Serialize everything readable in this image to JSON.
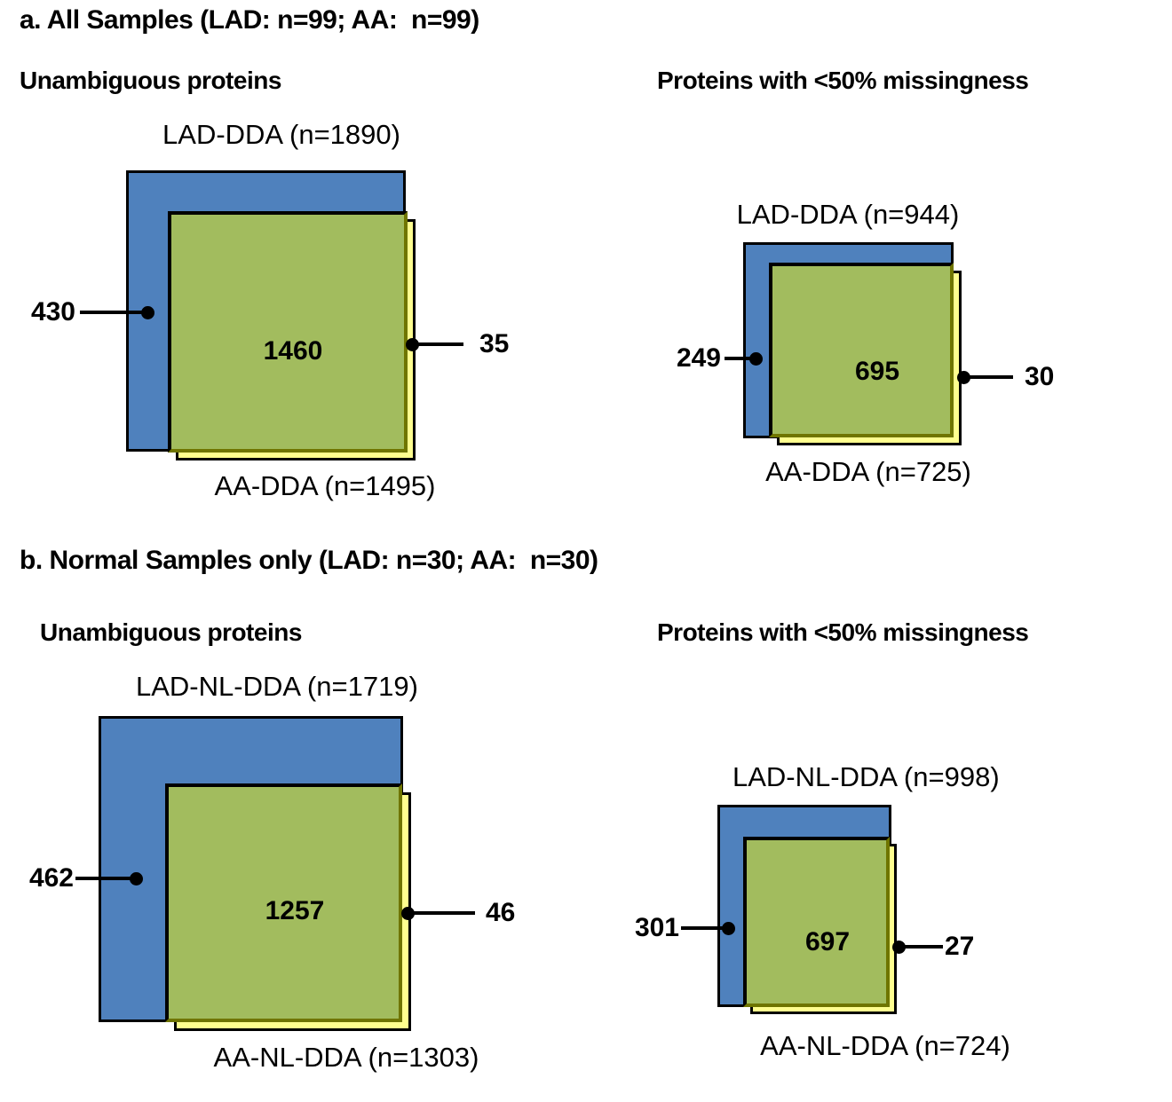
{
  "colors": {
    "blue": "#4F81BD",
    "green": "#A2BC5E",
    "yellow": "#FFFF8F",
    "olive": "#6F7500",
    "line": "#000000"
  },
  "panels": [
    {
      "title": "a. All Samples (LAD: n=99; AA:  n=99)",
      "diagrams": [
        {
          "heading": "Unambiguous proteins",
          "top_label": "LAD-DDA (n=1890)",
          "bottom_label": "AA-DDA (n=1495)",
          "overlap": "1460",
          "left_only": "430",
          "right_only": "35"
        },
        {
          "heading": "Proteins with <50% missingness",
          "top_label": "LAD-DDA (n=944)",
          "bottom_label": "AA-DDA (n=725)",
          "overlap": "695",
          "left_only": "249",
          "right_only": "30"
        }
      ]
    },
    {
      "title": "b. Normal Samples only (LAD: n=30; AA:  n=30)",
      "diagrams": [
        {
          "heading": "Unambiguous proteins",
          "top_label": "LAD-NL-DDA (n=1719)",
          "bottom_label": "AA-NL-DDA (n=1303)",
          "overlap": "1257",
          "left_only": "462",
          "right_only": "46"
        },
        {
          "heading": "Proteins with <50% missingness",
          "top_label": "LAD-NL-DDA (n=998)",
          "bottom_label": "AA-NL-DDA (n=724)",
          "overlap": "697",
          "left_only": "301",
          "right_only": "27"
        }
      ]
    }
  ],
  "chart_data": [
    {
      "type": "venn",
      "panel": "a. All Samples",
      "subset": "Unambiguous proteins",
      "sets": [
        "LAD-DDA",
        "AA-DDA"
      ],
      "set_totals": [
        1890,
        1495
      ],
      "overlap": 1460,
      "left_only": 430,
      "right_only": 35,
      "sample_n": {
        "LAD": 99,
        "AA": 99
      }
    },
    {
      "type": "venn",
      "panel": "a. All Samples",
      "subset": "Proteins with <50% missingness",
      "sets": [
        "LAD-DDA",
        "AA-DDA"
      ],
      "set_totals": [
        944,
        725
      ],
      "overlap": 695,
      "left_only": 249,
      "right_only": 30,
      "sample_n": {
        "LAD": 99,
        "AA": 99
      }
    },
    {
      "type": "venn",
      "panel": "b. Normal Samples only",
      "subset": "Unambiguous proteins",
      "sets": [
        "LAD-NL-DDA",
        "AA-NL-DDA"
      ],
      "set_totals": [
        1719,
        1303
      ],
      "overlap": 1257,
      "left_only": 462,
      "right_only": 46,
      "sample_n": {
        "LAD": 30,
        "AA": 30
      }
    },
    {
      "type": "venn",
      "panel": "b. Normal Samples only",
      "subset": "Proteins with <50% missingness",
      "sets": [
        "LAD-NL-DDA",
        "AA-NL-DDA"
      ],
      "set_totals": [
        998,
        724
      ],
      "overlap": 697,
      "left_only": 301,
      "right_only": 27,
      "sample_n": {
        "LAD": 30,
        "AA": 30
      }
    }
  ]
}
